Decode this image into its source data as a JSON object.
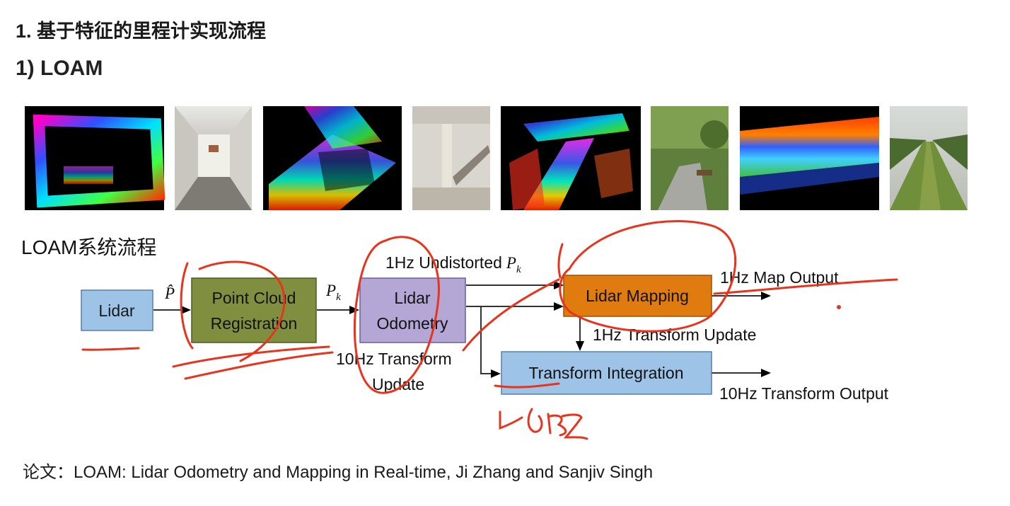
{
  "slide": {
    "title": "1. 基于特征的里程计实现流程",
    "subtitle": "1) LOAM",
    "section_label": "LOAM系统流程",
    "reference": "论文：LOAM: Lidar Odometry and Mapping in Real-time, Ji Zhang and Sanjiv Singh"
  },
  "thumbnails": [
    {
      "name": "pointcloud-building-rectangle",
      "kind": "pointcloud"
    },
    {
      "name": "corridor-photo",
      "kind": "photo"
    },
    {
      "name": "pointcloud-building-3d",
      "kind": "pointcloud"
    },
    {
      "name": "atrium-stairs-photo",
      "kind": "photo"
    },
    {
      "name": "pointcloud-path",
      "kind": "pointcloud"
    },
    {
      "name": "park-path-photo",
      "kind": "photo"
    },
    {
      "name": "pointcloud-orchard",
      "kind": "pointcloud"
    },
    {
      "name": "orchard-row-photo",
      "kind": "photo"
    }
  ],
  "diagram": {
    "nodes": {
      "lidar": "Lidar",
      "registration_line1": "Point Cloud",
      "registration_line2": "Registration",
      "odometry_line1": "Lidar",
      "odometry_line2": "Odometry",
      "mapping": "Lidar Mapping",
      "integration": "Transform Integration"
    },
    "edge_labels": {
      "p_hat": "P̂",
      "p_k": "P",
      "p_k_sub": "k",
      "undistorted": "1Hz Undistorted",
      "undistorted_p": "P",
      "undistorted_sub": "k",
      "map_output": "1Hz Map Output",
      "transform_update_1hz": "1Hz Transform Update",
      "transform_update_10hz_line1": "10Hz Transform",
      "transform_update_10hz_line2": "Update",
      "transform_output": "10Hz Transform Output"
    },
    "colors": {
      "lidar_fill": "#9dc3e6",
      "registration_fill": "#7f8f3f",
      "odometry_fill": "#b4a7d6",
      "mapping_fill": "#e07b0f",
      "integration_fill": "#9dc3e6",
      "annotation": "#e8341c"
    },
    "annotation_text": "10Hz"
  }
}
